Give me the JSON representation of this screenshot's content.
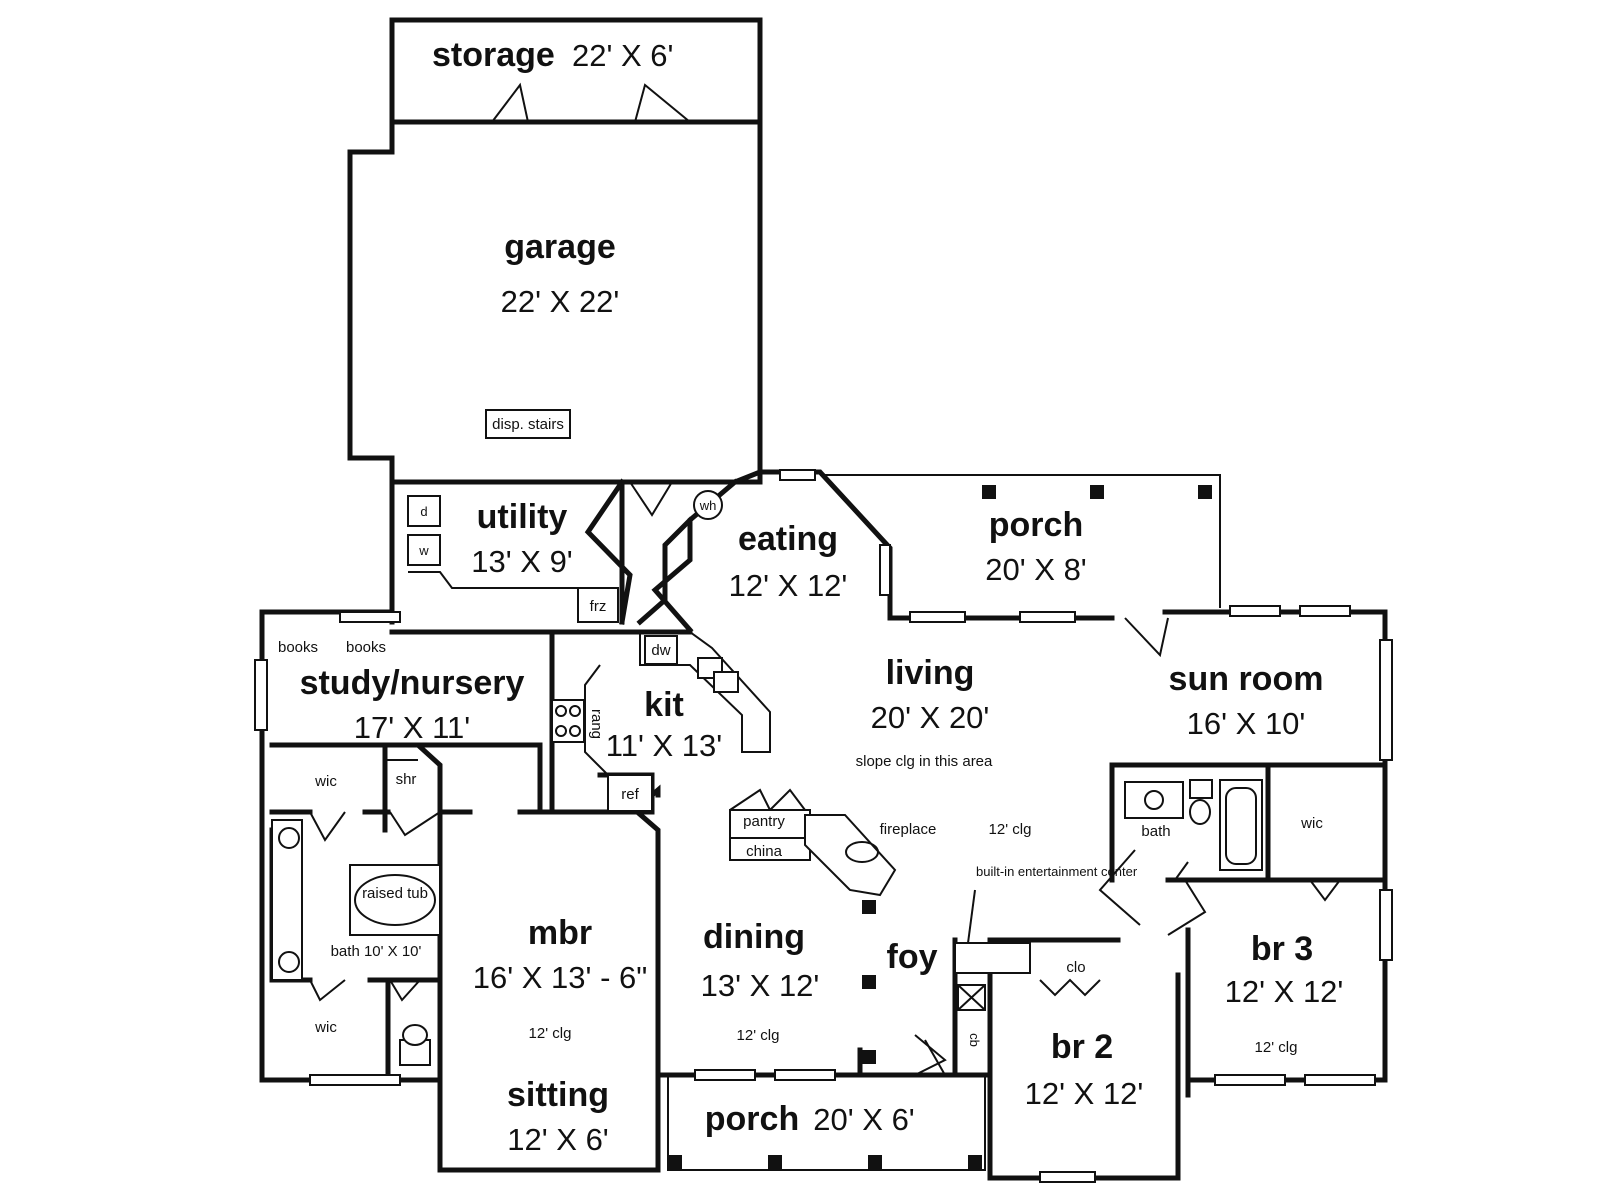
{
  "rooms": {
    "storage": {
      "name": "storage",
      "dim": "22' X 6'"
    },
    "garage": {
      "name": "garage",
      "dim": "22' X 22'",
      "note": "disp. stairs"
    },
    "utility": {
      "name": "utility",
      "dim": "13' X 9'",
      "d": "d",
      "w": "w",
      "frz": "frz",
      "wh": "wh"
    },
    "eating": {
      "name": "eating",
      "dim": "12' X 12'"
    },
    "porch_rear": {
      "name": "porch",
      "dim": "20' X 8'"
    },
    "study": {
      "name": "study/nursery",
      "dim": "17' X 11'",
      "books1": "books",
      "books2": "books"
    },
    "kit": {
      "name": "kit",
      "dim": "11' X 13'",
      "dw": "dw",
      "rang": "rang",
      "ref": "ref"
    },
    "living": {
      "name": "living",
      "dim": "20' X 20'",
      "note": "slope clg in this area"
    },
    "sunroom": {
      "name": "sun room",
      "dim": "16' X 10'"
    },
    "master": {
      "wic1": "wic",
      "shr": "shr",
      "tub": "raised tub",
      "bath": "bath 10' X 10'",
      "wic2": "wic"
    },
    "pantry": "pantry",
    "china": "china",
    "fireplace": "fireplace",
    "clg12_living": "12' clg",
    "entertainment": "built-in entertainment center",
    "bath2": "bath",
    "wic3": "wic",
    "mbr": {
      "name": "mbr",
      "dim": "16' X 13' - 6\"",
      "clg": "12' clg"
    },
    "dining": {
      "name": "dining",
      "dim": "13' X 12'",
      "clg": "12' clg"
    },
    "foy": {
      "name": "foy"
    },
    "clo": "clo",
    "cb": "cb",
    "br2": {
      "name": "br 2",
      "dim": "12' X 12'"
    },
    "br3": {
      "name": "br 3",
      "dim": "12' X 12'",
      "clg": "12' clg"
    },
    "sitting": {
      "name": "sitting",
      "dim": "12' X 6'"
    },
    "porch_front": {
      "name": "porch",
      "dim": "20' X 6'"
    }
  }
}
